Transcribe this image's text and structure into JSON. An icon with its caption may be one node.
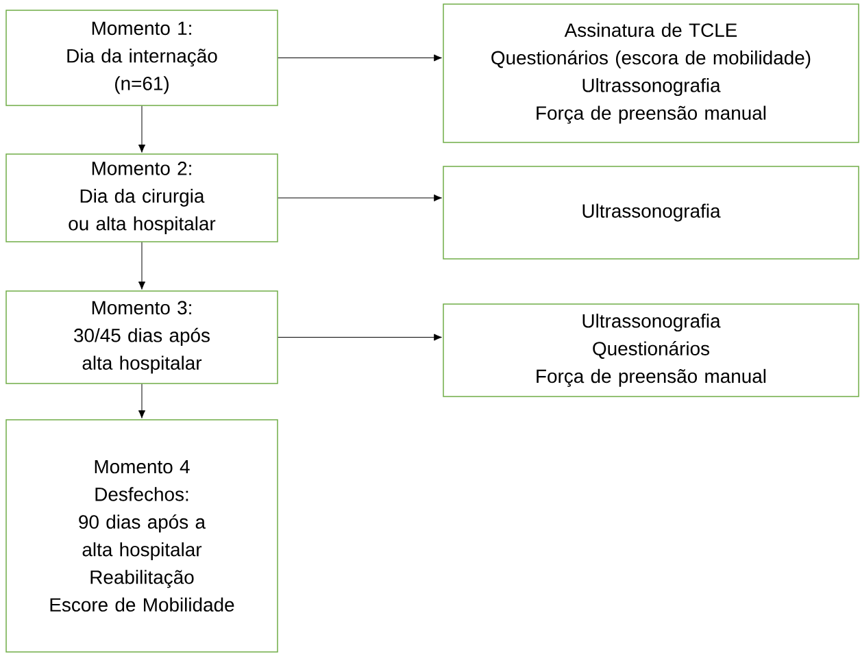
{
  "diagram": {
    "nodes": [
      {
        "text": [
          "Momento 1:",
          "Dia da internação",
          "(n=61)"
        ]
      },
      {
        "text": [
          "Assinatura de TCLE",
          "Questionários (escora de mobilidade)",
          "Ultrassonografia",
          "Força de preensão manual"
        ]
      },
      {
        "text": [
          "Momento 2:",
          "Dia da cirurgia ou alta hospitalar"
        ]
      },
      {
        "text": [
          "Ultrassonografia"
        ]
      },
      {
        "text": [
          "Momento 3:",
          "30/45 dias após alta hospitalar"
        ]
      },
      {
        "text": [
          "Ultrassonografia",
          "Questionários",
          "Força de preensão manual"
        ]
      },
      {
        "text": [
          "Momento 4",
          "Desfechos:",
          "90 dias após a alta hospitalar",
          "Reabilitação",
          "Escore de Mobilidade"
        ]
      }
    ],
    "edges": [
      {
        "from": 0,
        "to": 1,
        "arrow": "to"
      },
      {
        "from": 0,
        "to": 2,
        "arrow": "to"
      },
      {
        "from": 2,
        "to": 3,
        "arrow": "to"
      },
      {
        "from": 2,
        "to": 4,
        "arrow": "to"
      },
      {
        "from": 4,
        "to": 5,
        "arrow": "to"
      },
      {
        "from": 4,
        "to": 6,
        "arrow": "to"
      }
    ]
  }
}
